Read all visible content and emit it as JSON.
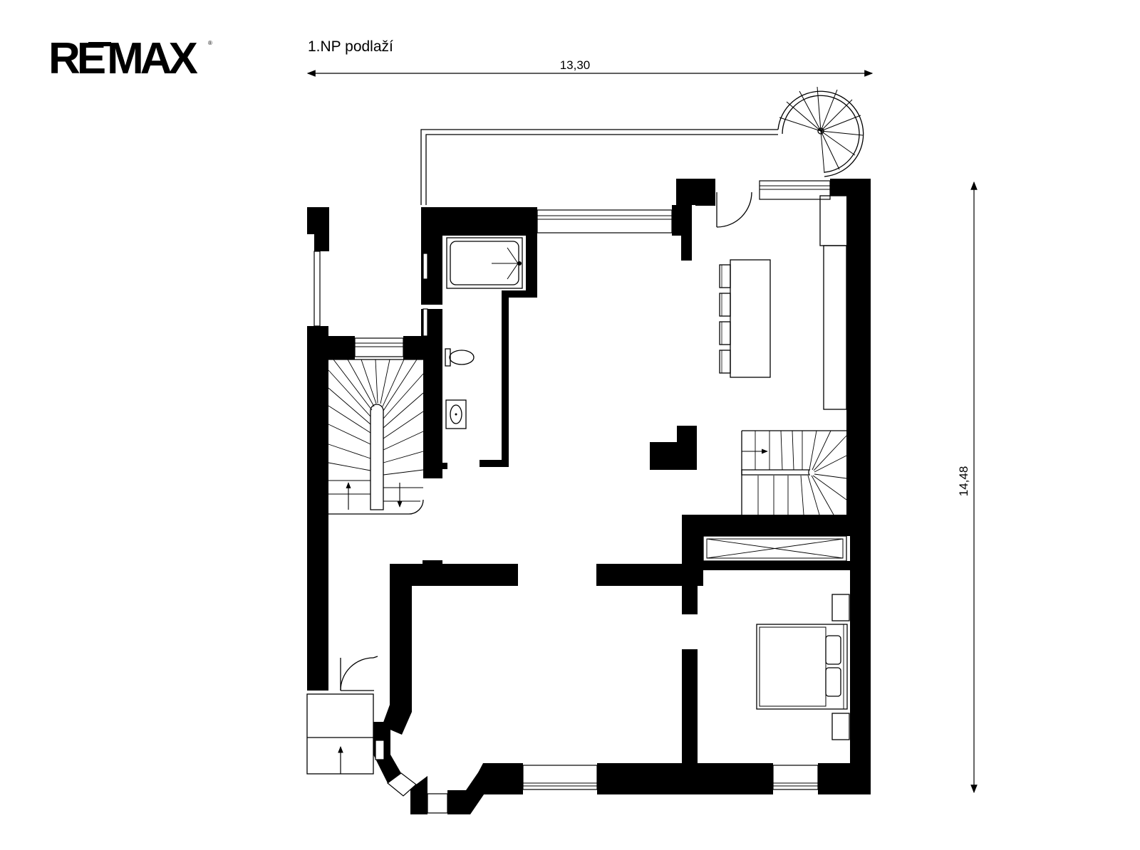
{
  "brand": {
    "logo": "RE/MAX",
    "registered_mark": "®"
  },
  "plan": {
    "title": "1.NP podlaží",
    "width_dimension": "13,30",
    "height_dimension": "14,48"
  },
  "colors": {
    "wall": "#000000",
    "background": "#ffffff"
  }
}
